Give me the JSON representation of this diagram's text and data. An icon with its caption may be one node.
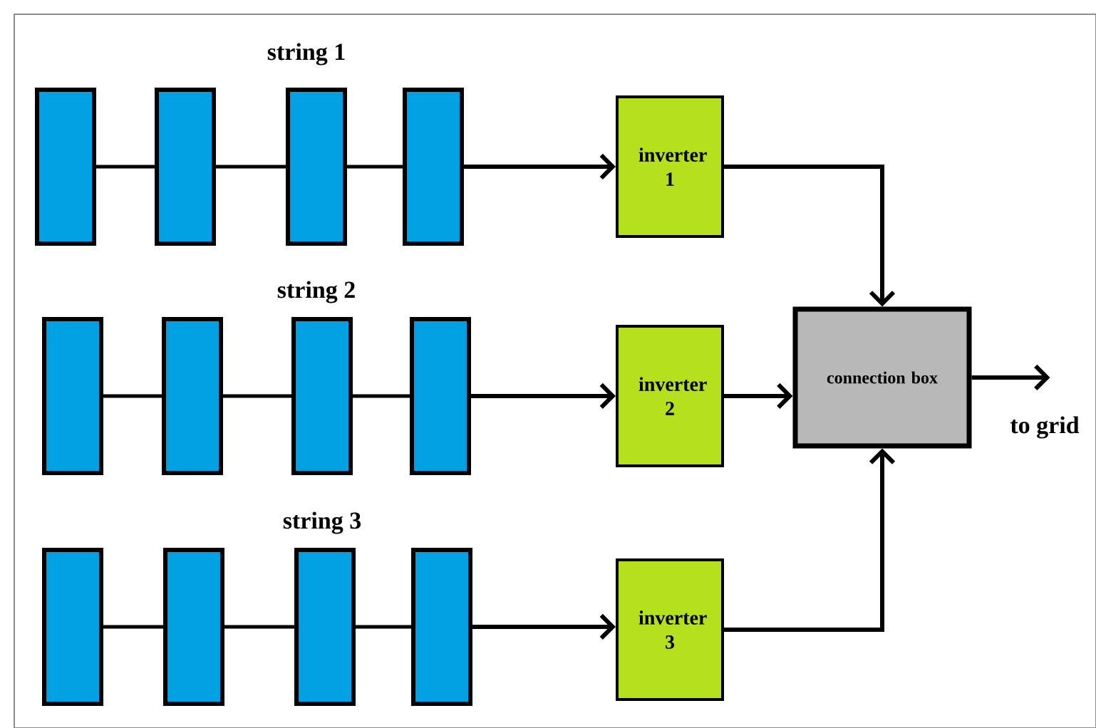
{
  "diagram": {
    "nodes": [
      {
        "text": [],
        "shape": "box"
      },
      {
        "text": [],
        "shape": "box"
      },
      {
        "text": [],
        "shape": "box"
      },
      {
        "text": [],
        "shape": "box"
      },
      {
        "text": [],
        "shape": "box"
      },
      {
        "text": [],
        "shape": "box"
      },
      {
        "text": [],
        "shape": "box"
      },
      {
        "text": [],
        "shape": "box"
      },
      {
        "text": [],
        "shape": "box"
      },
      {
        "text": [],
        "shape": "box"
      },
      {
        "text": [],
        "shape": "box"
      },
      {
        "text": [],
        "shape": "box"
      },
      {
        "text": [
          "inverter 1"
        ]
      },
      {
        "text": [
          "inverter 2"
        ]
      },
      {
        "text": [
          "inverter 3"
        ]
      },
      {
        "text": [
          "connection box"
        ]
      }
    ],
    "edges": [
      {
        "from": 0,
        "to": 1,
        "arrow": "none"
      },
      {
        "from": 1,
        "to": 2,
        "arrow": "none"
      },
      {
        "from": 2,
        "to": 3,
        "arrow": "none"
      },
      {
        "from": 3,
        "to": 12,
        "arrow": "to"
      },
      {
        "from": 4,
        "to": 5,
        "arrow": "none"
      },
      {
        "from": 5,
        "to": 6,
        "arrow": "none"
      },
      {
        "from": 6,
        "to": 7,
        "arrow": "none"
      },
      {
        "from": 7,
        "to": 13,
        "arrow": "to"
      },
      {
        "from": 8,
        "to": 9,
        "arrow": "none"
      },
      {
        "from": 9,
        "to": 10,
        "arrow": "none"
      },
      {
        "from": 10,
        "to": 11,
        "arrow": "none"
      },
      {
        "from": 11,
        "to": 14,
        "arrow": "to"
      },
      {
        "from": 12,
        "to": 15,
        "arrow": "to"
      },
      {
        "from": 13,
        "to": 15,
        "arrow": "to"
      },
      {
        "from": 14,
        "to": 15,
        "arrow": "to"
      },
      {
        "from": 15,
        "to": null,
        "arrow": "to"
      }
    ],
    "labels": [
      "string 1",
      "string 2",
      "string 3",
      "to grid"
    ]
  }
}
